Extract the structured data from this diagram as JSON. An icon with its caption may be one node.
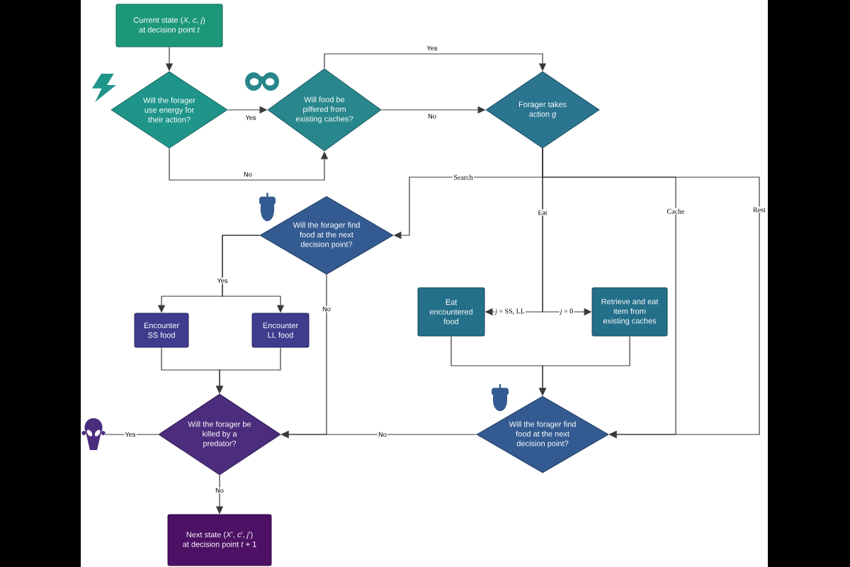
{
  "diagram": {
    "nodes": [
      {
        "text": [
          "Current state (*X*, *c*, *j*) at decision point *t*"
        ]
      },
      {
        "text": [
          "Will the forager use energy for their action?"
        ]
      },
      {
        "text": [
          "Will food be pilfered from existing caches?"
        ]
      },
      {
        "text": [
          "Forager takes action *g*"
        ]
      },
      {
        "text": [
          "Will the forager find food at the next decision point?"
        ]
      },
      {
        "text": [
          "Encounter SS food"
        ]
      },
      {
        "text": [
          "Encounter LL food"
        ]
      },
      {
        "text": [
          "Eat encountered food"
        ]
      },
      {
        "text": [
          "Retrieve and eat item from existing caches"
        ]
      },
      {
        "text": [
          "Will the forager find food at the next decision point?"
        ]
      },
      {
        "text": [
          "Will the forager be killed by a predator?"
        ]
      },
      {
        "text": [
          "Next state (*X*', *c*', *j*') at decision point *t* + 1"
        ]
      },
      {
        "text": [],
        "shape": "picture"
      }
    ],
    "edges": [
      {
        "from": 0,
        "to": 1,
        "arrow": "to"
      },
      {
        "from": 1,
        "to": 2,
        "arrow": "to",
        "label": "Yes"
      },
      {
        "from": 1,
        "to": 2,
        "arrow": "to",
        "label": "No"
      },
      {
        "from": 2,
        "to": 3,
        "arrow": "to",
        "label": "Yes"
      },
      {
        "from": 2,
        "to": 3,
        "arrow": "to",
        "label": "No"
      },
      {
        "from": 3,
        "to": 4,
        "arrow": "to",
        "label": "Search"
      },
      {
        "from": 3,
        "to": 7,
        "arrow": "to",
        "label": "*j* = SS, LL"
      },
      {
        "from": 3,
        "to": 8,
        "arrow": "to",
        "label": "*j* = 0"
      },
      {
        "from": 3,
        "to": 9,
        "arrow": "to",
        "label": "Cache"
      },
      {
        "from": 3,
        "to": 9,
        "arrow": "to",
        "label": "Rest"
      },
      {
        "from": 4,
        "to": 5,
        "arrow": "to",
        "label": "Yes"
      },
      {
        "from": 4,
        "to": 6,
        "arrow": "to"
      },
      {
        "from": 4,
        "to": 10,
        "arrow": "to",
        "label": "No"
      },
      {
        "from": 5,
        "to": 10,
        "arrow": "to"
      },
      {
        "from": 6,
        "to": 10,
        "arrow": "to"
      },
      {
        "from": 7,
        "to": 9,
        "arrow": "to"
      },
      {
        "from": 8,
        "to": 9,
        "arrow": "to"
      },
      {
        "from": 9,
        "to": 10,
        "arrow": "to",
        "label": "No"
      },
      {
        "from": 10,
        "to": 11,
        "arrow": "to",
        "label": "No"
      },
      {
        "from": 10,
        "to": 12,
        "arrow": "none",
        "label": "Yes"
      }
    ],
    "labels": [
      "Eat"
    ]
  }
}
